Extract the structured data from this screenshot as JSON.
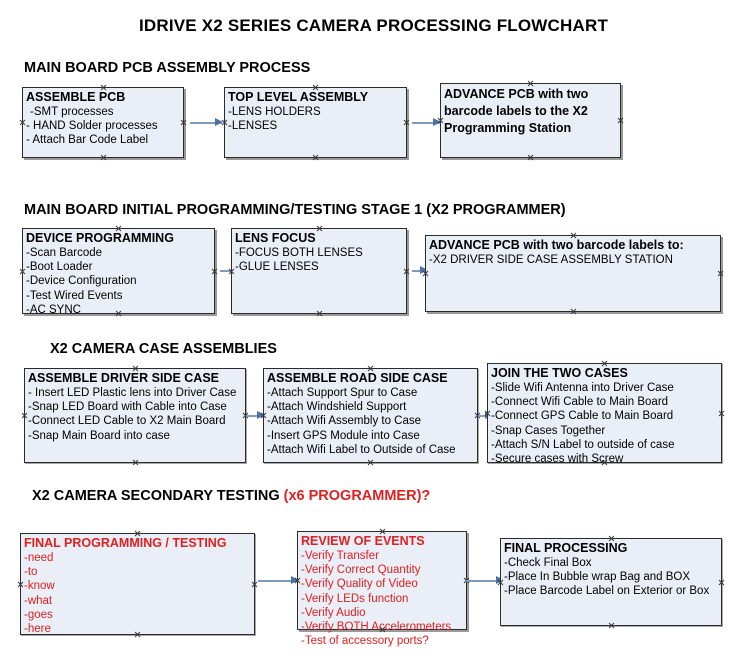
{
  "document": {
    "title": "IDRIVE X2  SERIES CAMERA PROCESSING FLOWCHART"
  },
  "sections": [
    {
      "id": "main-board-pcb-assembly",
      "heading": "MAIN BOARD PCB ASSEMBLY PROCESS",
      "heading_accent": "",
      "boxes": [
        {
          "id": "assemble-pcb",
          "title": "ASSEMBLE PCB",
          "lines": [
            "-SMT processes",
            "- HAND Solder processes",
            "- Attach Bar Code Label"
          ],
          "color": "#000000"
        },
        {
          "id": "top-level-assembly",
          "title": "TOP LEVEL ASSEMBLY",
          "lines": [
            "-LENS HOLDERS",
            "-LENSES"
          ],
          "color": "#000000"
        },
        {
          "id": "advance-pcb-to-x2-programming-station",
          "title": "ADVANCE PCB with two barcode labels to the  X2 Programming Station",
          "lines": [],
          "color": "#000000"
        }
      ]
    },
    {
      "id": "main-board-initial-programming",
      "heading": "MAIN BOARD INITIAL PROGRAMMING/TESTING STAGE 1 (X2 PROGRAMMER)",
      "heading_accent": "",
      "boxes": [
        {
          "id": "device-programming",
          "title": "DEVICE PROGRAMMING",
          "lines": [
            "-Scan Barcode",
            "-Boot Loader",
            "-Device Configuration",
            "-Test Wired Events",
            "-AC SYNC"
          ],
          "color": "#000000"
        },
        {
          "id": "lens-focus",
          "title": "LENS FOCUS",
          "lines": [
            "-FOCUS BOTH LENSES",
            "-GLUE LENSES"
          ],
          "color": "#000000"
        },
        {
          "id": "advance-pcb-to-driver-side-case-station",
          "title": "ADVANCE PCB with two barcode labels to:",
          "lines": [
            "-X2 DRIVER  SIDE  CASE  ASSEMBLY STATION"
          ],
          "color": "#000000"
        }
      ]
    },
    {
      "id": "x2-camera-case-assemblies",
      "heading": "X2 CAMERA CASE ASSEMBLIES",
      "heading_accent": "",
      "boxes": [
        {
          "id": "assemble-driver-side-case",
          "title": "ASSEMBLE DRIVER SIDE CASE",
          "lines": [
            "- Insert LED Plastic lens into Driver Case",
            "-Snap LED Board with Cable into Case",
            "-Connect LED Cable to X2 Main Board",
            "-Snap Main Board into case"
          ],
          "color": "#000000"
        },
        {
          "id": "assemble-road-side-case",
          "title": "ASSEMBLE ROAD SIDE CASE",
          "lines": [
            "-Attach Support Spur to Case",
            "-Attach Windshield Support",
            "-Attach Wifi Assembly to Case",
            "-Insert GPS Module into Case",
            "-Attach Wifi Label to Outside of Case"
          ],
          "color": "#000000"
        },
        {
          "id": "join-the-two-cases",
          "title": "JOIN THE TWO CASES",
          "lines": [
            "-Slide Wifi Antenna into Driver Case",
            "-Connect Wifi Cable to Main Board",
            "-Connect GPS Cable to Main Board",
            "-Snap Cases Together",
            "-Attach S/N Label to outside of case",
            "-Secure cases with Screw"
          ],
          "color": "#000000"
        }
      ]
    },
    {
      "id": "x2-camera-secondary-testing",
      "heading": "X2 CAMERA SECONDARY TESTING ",
      "heading_accent": "(x6 PROGRAMMER)?",
      "boxes": [
        {
          "id": "final-programming-testing",
          "title": "FINAL PROGRAMMING / TESTING",
          "lines": [
            "-need",
            "-to",
            "-know",
            "-what",
            "-goes",
            "-here"
          ],
          "color": "#e02020"
        },
        {
          "id": "review-of-events",
          "title": "REVIEW OF EVENTS",
          "lines": [
            "-Verify Transfer",
            "-Verify Correct Quantity",
            "-Verify Quality of Video",
            "-Verify LEDs function",
            "-Verify Audio",
            "-Verify BOTH Accelerometers",
            "-Test of accessory ports?"
          ],
          "color": "#e02020"
        },
        {
          "id": "final-processing",
          "title": "FINAL PROCESSING",
          "lines": [
            " -Check Final Box",
            "-Place In Bubble wrap Bag and BOX",
            "-Place Barcode Label on Exterior or Box"
          ],
          "color": "#000000"
        }
      ]
    }
  ],
  "colors": {
    "box_fill": "#e9eef7",
    "box_border": "#2b2b2b",
    "connector": "#7e9bbd",
    "accent_red": "#e02020",
    "text": "#000000"
  }
}
